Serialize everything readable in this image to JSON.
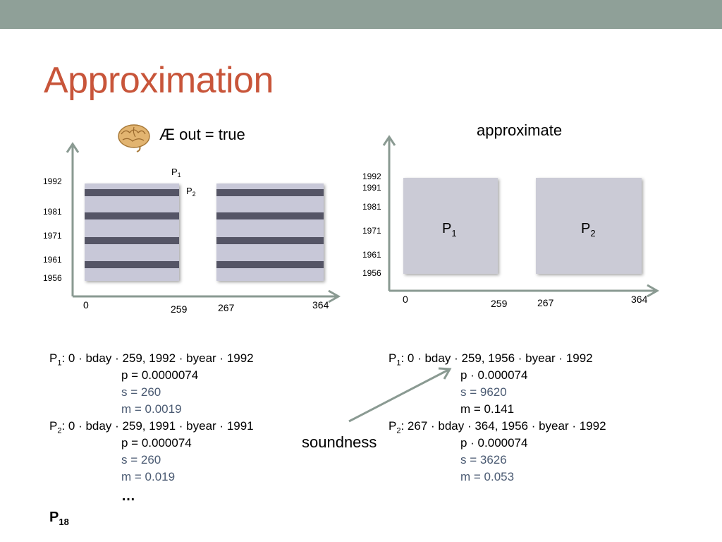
{
  "slide": {
    "title": "Approximation",
    "page_label": "P",
    "page_sub": "18"
  },
  "left_chart": {
    "header": "Æ out = true",
    "y_labels": [
      "1992",
      "1981",
      "1971",
      "1961",
      "1956"
    ],
    "x_labels": [
      "0",
      "259",
      "267",
      "364"
    ],
    "p1": "P",
    "p1_sub": "1",
    "p2": "P",
    "p2_sub": "2"
  },
  "right_chart": {
    "header": "approximate",
    "y_labels": [
      "1992",
      "1991",
      "1981",
      "1971",
      "1961",
      "1956"
    ],
    "x_labels": [
      "0",
      "259",
      "267",
      "364"
    ],
    "p1": "P",
    "p1_sub": "1",
    "p2": "P",
    "p2_sub": "2"
  },
  "left_text": {
    "p1_name": "P",
    "p1_sub": "1",
    "p1_def": ": 0 · bday · 259, 1992 · byear · 1992",
    "p1_p": "p = 0.0000074",
    "p1_s": "s = 260",
    "p1_m": "m = 0.0019",
    "p2_name": "P",
    "p2_sub": "2",
    "p2_def": ": 0 · bday · 259, 1991 · byear · 1991",
    "p2_p": "p = 0.000074",
    "p2_s": "s = 260",
    "p2_m": "m = 0.019",
    "ellipsis": "…"
  },
  "right_text": {
    "p1_name": "P",
    "p1_sub": "1",
    "p1_def": ": 0 · bday · 259, 1956 · byear · 1992",
    "p1_p": "p · 0.000074",
    "p1_s": "s = 9620",
    "p1_m": "m = 0.141",
    "p2_name": "P",
    "p2_sub": "2",
    "p2_def": ": 267 · bday · 364, 1956 · byear · 1992",
    "p2_p": "p · 0.000074",
    "p2_s": "s = 3626",
    "p2_m": "m = 0.053"
  },
  "arrow_label": "soundness",
  "colors": {
    "title": "#c8553a",
    "topbar": "#8fa098",
    "axis": "#8a9a92",
    "stripe": "#555566",
    "band": "#c8c8d8",
    "box": "#cbcbd6",
    "muted_text": "#4a5a72"
  }
}
